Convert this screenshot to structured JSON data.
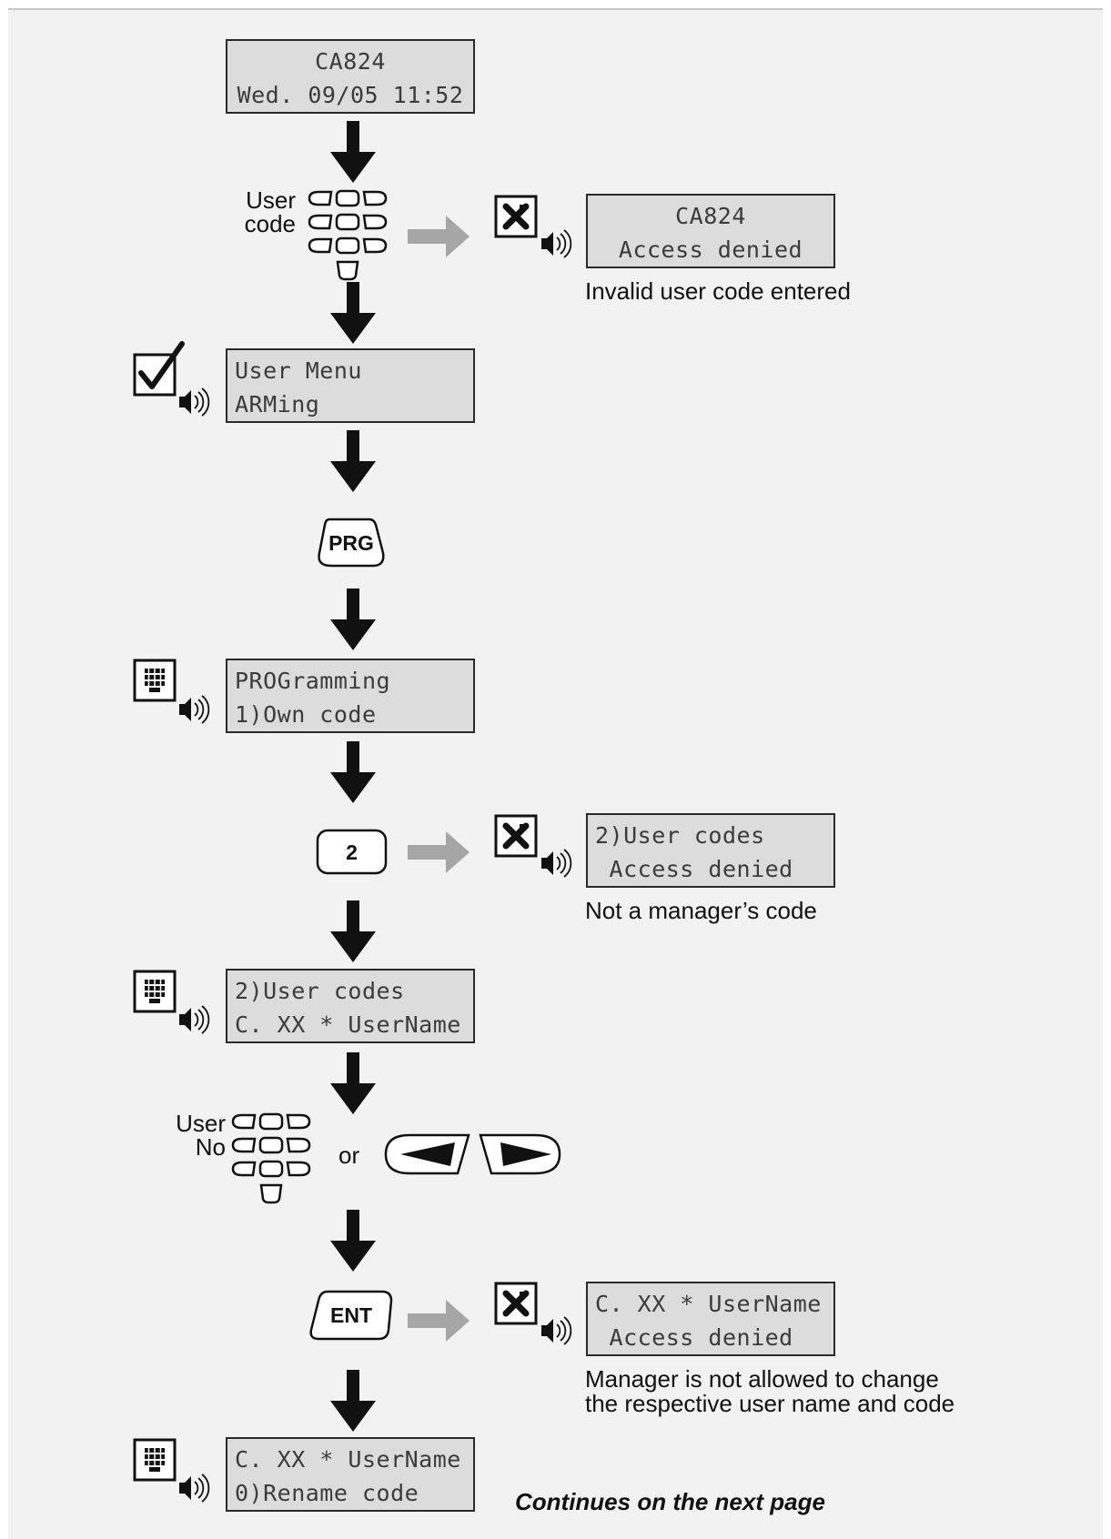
{
  "screens": [
    {
      "id": "start",
      "line1": "CA824",
      "line2": "Wed. 09/05 11:52"
    },
    {
      "id": "denied1",
      "line1": "CA824",
      "line2": "Access denied"
    },
    {
      "id": "user-menu",
      "line1": "User Menu",
      "line2": "ARMing"
    },
    {
      "id": "programming",
      "line1": "PROGramming",
      "line2": "1)Own code"
    },
    {
      "id": "denied2",
      "line1": "2)User codes",
      "line2": " Access denied"
    },
    {
      "id": "user-codes",
      "line1": "2)User codes",
      "line2": "C. XX * UserName"
    },
    {
      "id": "denied3",
      "line1": "C. XX * UserName",
      "line2": " Access denied"
    },
    {
      "id": "rename",
      "line1": "C. XX * UserName",
      "line2": "0)Rename code"
    }
  ],
  "labels": {
    "user_code_1": "User",
    "user_code_2": "code",
    "user_no_1": "User",
    "user_no_2": "No",
    "or": "or"
  },
  "keys": {
    "prg": "PRG",
    "two": "2",
    "ent": "ENT"
  },
  "captions": {
    "invalid": "Invalid user code entered",
    "not_manager": "Not a manager’s code",
    "manager_line1": "Manager is not allowed to change",
    "manager_line2": "the respective user name and code"
  },
  "footer": "Continues on the next page"
}
